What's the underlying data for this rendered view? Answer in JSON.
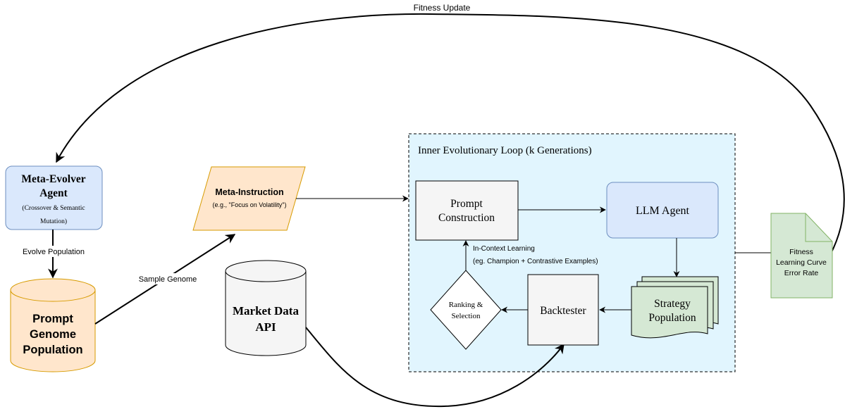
{
  "edges": {
    "fitness_update": "Fitness Update",
    "evolve_population": "Evolve Population",
    "sample_genome": "Sample Genome",
    "in_context_line1": "In-Context Learning",
    "in_context_line2": "(eg. Champion + Contrastive Examples)"
  },
  "meta_evolver": {
    "title_line1": "Meta-Evolver",
    "title_line2": "Agent",
    "sub_line1": "(Crossover & Semantic",
    "sub_line2": "Mutation)",
    "fill": "#dae8fc",
    "stroke": "#6c8ebf"
  },
  "genome": {
    "line1": "Prompt",
    "line2": "Genome",
    "line3": "Population",
    "fill": "#ffe6cc",
    "stroke": "#d79b00"
  },
  "meta_instruction": {
    "title": "Meta-Instruction",
    "example": "(e.g., \"Focus on Volatility\")",
    "fill": "#ffe6cc",
    "stroke": "#d79b00"
  },
  "market_data": {
    "line1": "Market Data",
    "line2": "API",
    "fill": "#f5f5f5",
    "stroke": "#000000"
  },
  "inner_loop": {
    "title": "Inner Evolutionary Loop (k Generations)",
    "fill": "#e1f5fe",
    "stroke": "#000000"
  },
  "prompt_construction": {
    "line1": "Prompt",
    "line2": "Construction",
    "fill": "#f5f5f5"
  },
  "llm_agent": {
    "label": "LLM Agent",
    "fill": "#dae8fc",
    "stroke": "#6c8ebf"
  },
  "strategy": {
    "line1": "Strategy",
    "line2": "Population",
    "fill": "#d5e8d4",
    "stroke": "#000000"
  },
  "backtester": {
    "label": "Backtester",
    "fill": "#f5f5f5"
  },
  "ranking": {
    "line1": "Ranking &",
    "line2": "Selection",
    "fill": "#ffffff"
  },
  "fitness_doc": {
    "line1": "Fitness",
    "line2": "Learning Curve",
    "line3": "Error Rate",
    "fill": "#d5e8d4",
    "stroke": "#82b366"
  }
}
